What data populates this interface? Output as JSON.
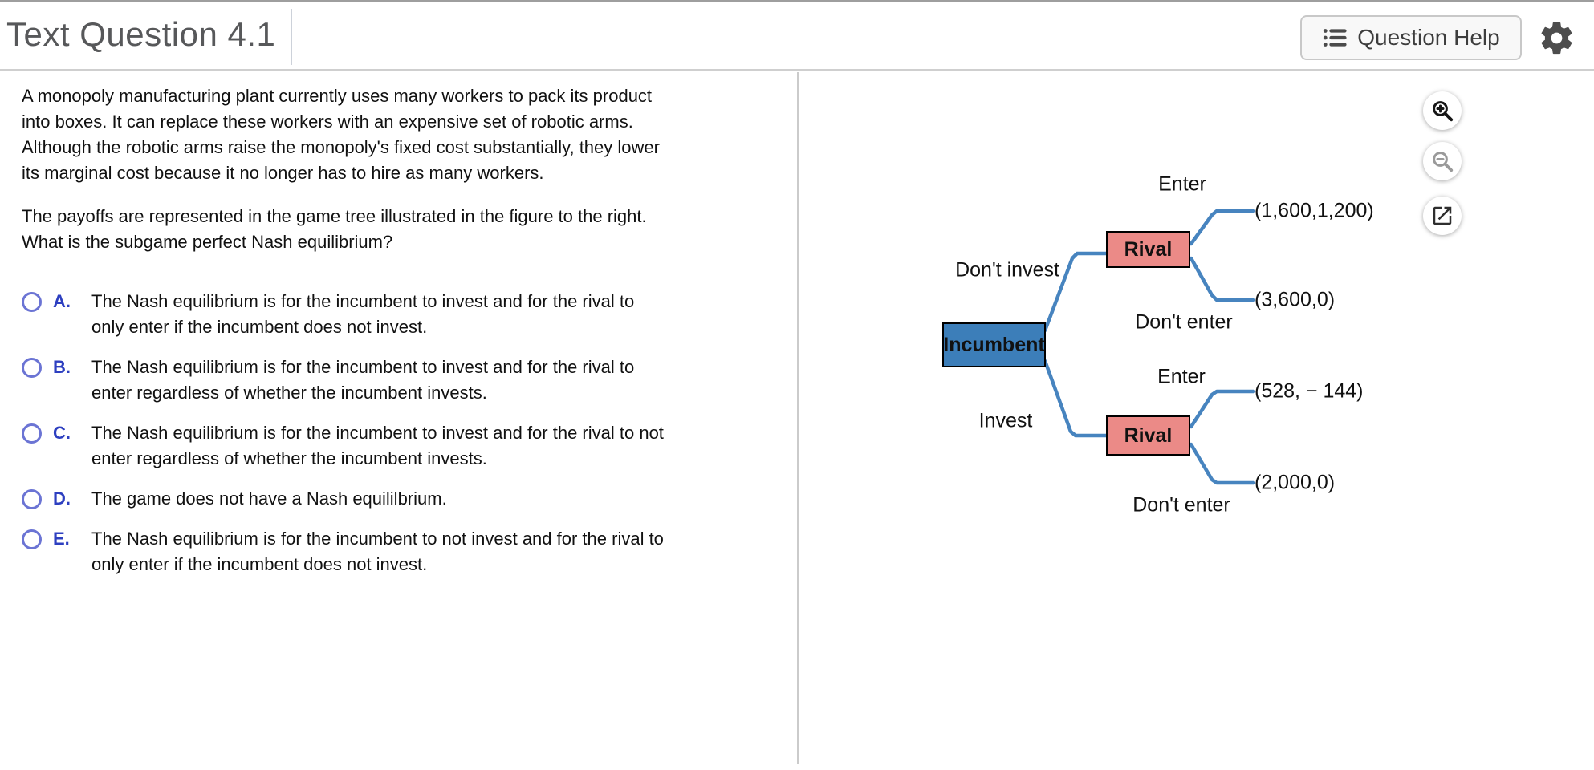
{
  "header": {
    "title": "Text Question 4.1",
    "help_button_label": "Question Help",
    "icons": {
      "help_button": "list-icon",
      "settings": "gear-icon"
    }
  },
  "question": {
    "paragraph1": "A monopoly manufacturing plant currently uses many workers to pack its product\ninto boxes.  It can replace these workers with an expensive set of robotic arms.\nAlthough the robotic arms raise the monopoly's fixed cost substantially, they lower\nits marginal cost because it no longer has to hire as many workers.",
    "paragraph2": "The payoffs are represented in the game tree illustrated in the figure to the right.\nWhat is the subgame perfect Nash equilibrium?"
  },
  "options": [
    {
      "letter": "A.",
      "selected": false,
      "text": "The Nash equilibrium is for the incumbent to invest and for the rival to\nonly enter if the incumbent does not invest."
    },
    {
      "letter": "B.",
      "selected": false,
      "text": "The Nash equilibrium is for the incumbent to invest and for the rival to\nenter regardless of whether the incumbent invests."
    },
    {
      "letter": "C.",
      "selected": false,
      "text": "The Nash equilibrium is for the incumbent to invest and for the rival to not\nenter regardless of whether the incumbent invests."
    },
    {
      "letter": "D.",
      "selected": false,
      "text": "The game does not have a Nash equililbrium."
    },
    {
      "letter": "E.",
      "selected": false,
      "text": "The Nash equilibrium is for the incumbent to not invest and for the rival to\nonly enter if the incumbent does not invest."
    }
  ],
  "game_tree": {
    "root_label": "Incumbent",
    "upper_action": "Don't invest",
    "lower_action": "Invest",
    "upper_node": {
      "label": "Rival",
      "enter_label": "Enter",
      "dont_enter_label": "Don't enter",
      "enter_payoff": "(1,600,1,200)",
      "dont_enter_payoff": "(3,600,0)"
    },
    "lower_node": {
      "label": "Rival",
      "enter_label": "Enter",
      "dont_enter_label": "Don't enter",
      "enter_payoff": "(528, − 144)",
      "dont_enter_payoff": "(2,000,0)"
    },
    "colors": {
      "root_fill": "#3c7eb9",
      "rival_fill": "#eb8a87",
      "edge": "#4784bf"
    }
  },
  "figure_tools": {
    "zoom_in": "zoom-in-icon",
    "zoom_out": "zoom-out-icon",
    "open_external": "external-link-icon"
  },
  "theme_colors": {
    "option_letter_blue": "#2d3fc0",
    "radio_ring_blue": "#6b74d4",
    "title_gray": "#57585a",
    "divider_gray": "#cbcbcb"
  }
}
